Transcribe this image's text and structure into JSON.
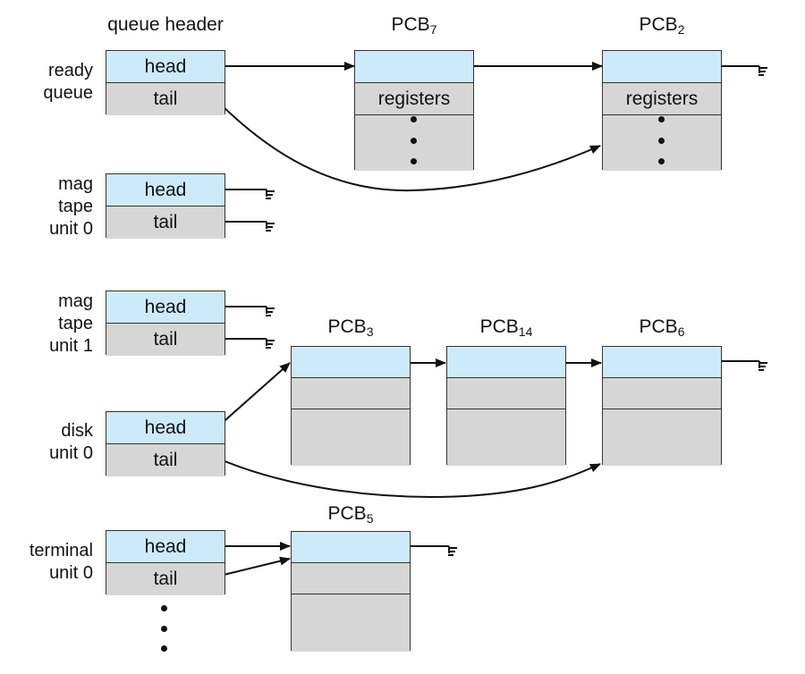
{
  "header": {
    "title": "queue header"
  },
  "queues": [
    {
      "id": "ready",
      "label_lines": [
        "ready",
        "queue"
      ],
      "head": "head",
      "tail": "tail"
    },
    {
      "id": "mag0",
      "label_lines": [
        "mag",
        "tape",
        "unit 0"
      ],
      "head": "head",
      "tail": "tail"
    },
    {
      "id": "mag1",
      "label_lines": [
        "mag",
        "tape",
        "unit 1"
      ],
      "head": "head",
      "tail": "tail"
    },
    {
      "id": "disk",
      "label_lines": [
        "disk",
        "unit 0"
      ],
      "head": "head",
      "tail": "tail"
    },
    {
      "id": "term",
      "label_lines": [
        "terminal",
        "unit 0"
      ],
      "head": "head",
      "tail": "tail"
    }
  ],
  "pcbs": [
    {
      "id": "pcb7",
      "base": "PCB",
      "sub": "7",
      "field": "registers"
    },
    {
      "id": "pcb2",
      "base": "PCB",
      "sub": "2",
      "field": "registers"
    },
    {
      "id": "pcb3",
      "base": "PCB",
      "sub": "3"
    },
    {
      "id": "pcb14",
      "base": "PCB",
      "sub": "14"
    },
    {
      "id": "pcb6",
      "base": "PCB",
      "sub": "6"
    },
    {
      "id": "pcb5",
      "base": "PCB",
      "sub": "5"
    }
  ]
}
